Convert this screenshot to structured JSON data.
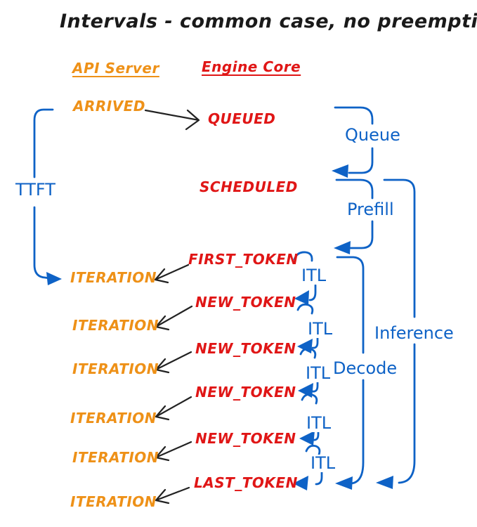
{
  "title": "Intervals - common case, no preemptions",
  "columns": {
    "api_server": "API Server",
    "engine_core": "Engine Core"
  },
  "api_events": {
    "arrived": "ARRIVED",
    "iterations": [
      "ITERATION",
      "ITERATION",
      "ITERATION",
      "ITERATION",
      "ITERATION",
      "ITERATION"
    ]
  },
  "engine_events": {
    "queued": "QUEUED",
    "scheduled": "SCHEDULED",
    "first_token": "FIRST_TOKEN",
    "new_tokens": [
      "NEW_TOKEN",
      "NEW_TOKEN",
      "NEW_TOKEN",
      "NEW_TOKEN"
    ],
    "last_token": "LAST_TOKEN"
  },
  "intervals": {
    "ttft": "TTFT",
    "queue": "Queue",
    "prefill": "Prefill",
    "decode": "Decode",
    "inference": "Inference",
    "itl": [
      "ITL",
      "ITL",
      "ITL",
      "ITL",
      "ITL"
    ]
  },
  "colors": {
    "api_orange": "#EE9118",
    "engine_red": "#E01616",
    "interval_blue": "#0E62C6",
    "arrow_black": "#222222"
  }
}
